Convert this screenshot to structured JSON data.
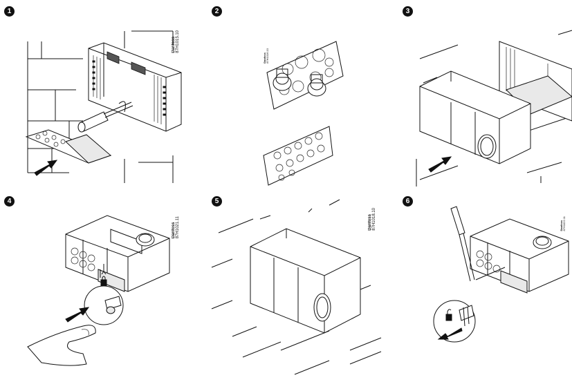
{
  "steps": [
    {
      "number": "1",
      "code_brand": "Danfoss",
      "code_id": "87H1015.10"
    },
    {
      "number": "2",
      "code_brand": "Danfoss",
      "code_id": "87H1016.10"
    },
    {
      "number": "3",
      "code_brand": "",
      "code_id": ""
    },
    {
      "number": "4",
      "code_brand": "Danfoss",
      "code_id": "87H1021.11"
    },
    {
      "number": "5",
      "code_brand": "Danfoss",
      "code_id": "87H1018.10"
    },
    {
      "number": "6",
      "code_brand": "Danfoss",
      "code_id": "87H1022.11"
    }
  ],
  "icons": {
    "step_marker": "black-circle-number",
    "push_arrow": "arrow-icon",
    "lock": "padlock-icon",
    "unlock": "open-padlock-icon",
    "tool": "screwdriver-icon",
    "hand": "hand-icon"
  },
  "colors": {
    "line": "#111111",
    "background": "#ffffff",
    "shade": "#e9e9e9"
  }
}
